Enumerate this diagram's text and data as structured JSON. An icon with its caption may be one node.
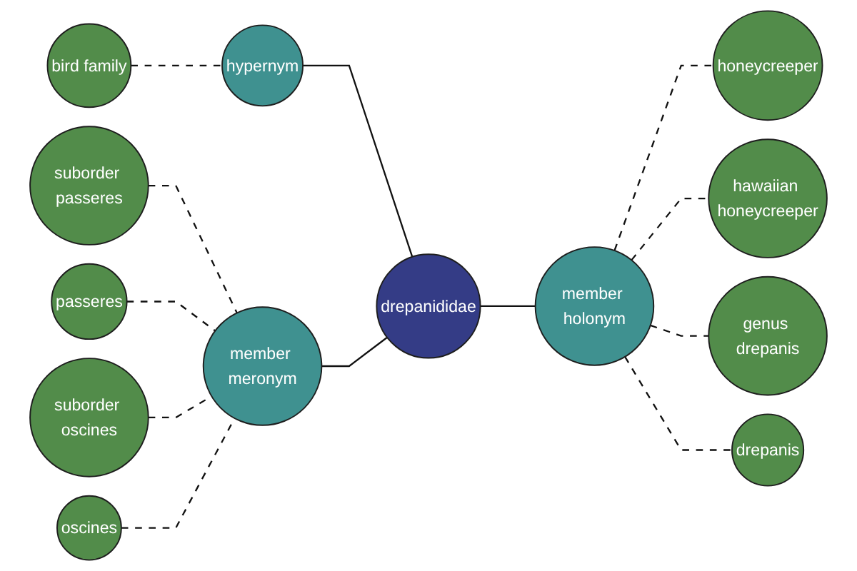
{
  "diagram": {
    "nodes": [
      {
        "text": [
          "bird family"
        ]
      },
      {
        "text": [
          "honeycreeper"
        ]
      },
      {
        "text": [
          "hypernym"
        ]
      },
      {
        "text": [
          "hawaiian honeycreeper"
        ]
      },
      {
        "text": [
          "suborder passeres"
        ]
      },
      {
        "text": [
          "member holonym"
        ]
      },
      {
        "text": [
          "passeres"
        ]
      },
      {
        "text": [
          "genus drepanis"
        ]
      },
      {
        "text": [
          "drepanididae"
        ]
      },
      {
        "text": [
          "member meronym"
        ]
      },
      {
        "text": [
          "drepanis"
        ]
      },
      {
        "text": [
          "suborder oscines"
        ]
      },
      {
        "text": [
          "oscines"
        ]
      }
    ],
    "edges": [
      {
        "from": 0,
        "to": 2,
        "arrow": "none",
        "style": "dashed"
      },
      {
        "from": 2,
        "to": 8,
        "arrow": "none"
      },
      {
        "from": 9,
        "to": 8,
        "arrow": "none"
      },
      {
        "from": 8,
        "to": 5,
        "arrow": "none"
      },
      {
        "from": 5,
        "to": 1,
        "arrow": "none",
        "style": "dashed"
      },
      {
        "from": 5,
        "to": 3,
        "arrow": "none",
        "style": "dashed"
      },
      {
        "from": 5,
        "to": 7,
        "arrow": "none",
        "style": "dashed"
      },
      {
        "from": 5,
        "to": 10,
        "arrow": "none",
        "style": "dashed"
      },
      {
        "from": 4,
        "to": 9,
        "arrow": "none",
        "style": "dashed"
      },
      {
        "from": 6,
        "to": 9,
        "arrow": "none",
        "style": "dashed"
      },
      {
        "from": 11,
        "to": 9,
        "arrow": "none",
        "style": "dashed"
      },
      {
        "from": 12,
        "to": 9,
        "arrow": "none",
        "style": "dashed"
      }
    ]
  }
}
